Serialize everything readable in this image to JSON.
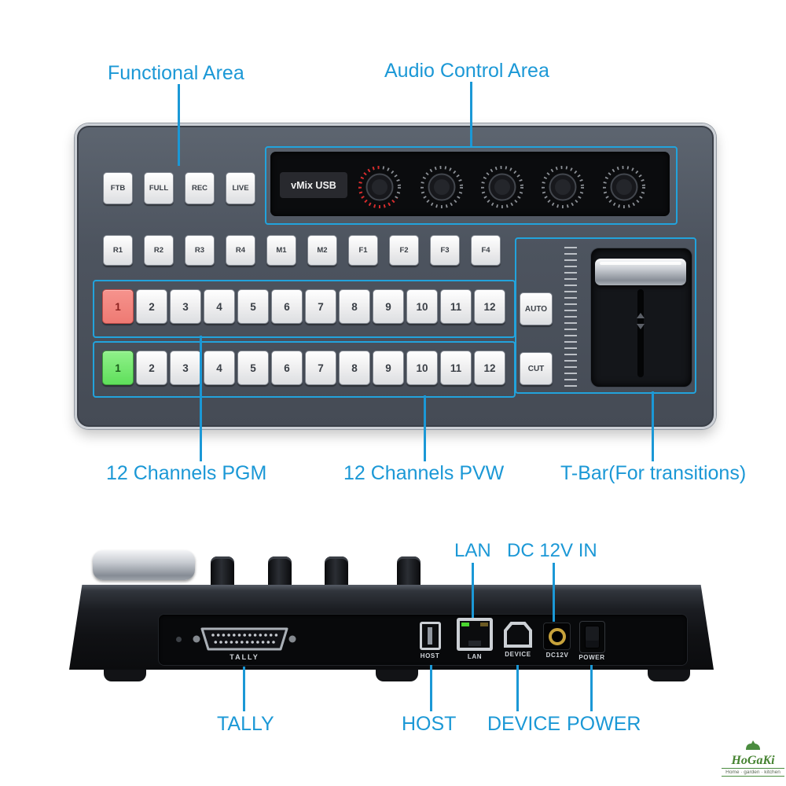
{
  "colors": {
    "accent": "#1b98d6",
    "pgm_active": "#ee7a73",
    "pvw_active": "#5fdf5b",
    "panel": "#4d545f"
  },
  "callouts": {
    "functional_area": "Functional Area",
    "audio_control_area": "Audio Control Area",
    "channels_pgm": "12 Channels PGM",
    "channels_pvw": "12 Channels PVW",
    "t_bar": "T-Bar(For transitions)",
    "lan": "LAN",
    "dc12v_in": "DC 12V IN",
    "tally": "TALLY",
    "host": "HOST",
    "device": "DEVICE",
    "power": "POWER"
  },
  "front_panel": {
    "function_buttons": [
      "FTB",
      "FULL",
      "REC",
      "LIVE"
    ],
    "audio_label": "vMix USB",
    "assign_buttons": [
      "R1",
      "R2",
      "R3",
      "R4",
      "M1",
      "M2",
      "F1",
      "F2",
      "F3",
      "F4"
    ],
    "pgm_buttons": [
      "1",
      "2",
      "3",
      "4",
      "5",
      "6",
      "7",
      "8",
      "9",
      "10",
      "11",
      "12"
    ],
    "pvw_buttons": [
      "1",
      "2",
      "3",
      "4",
      "5",
      "6",
      "7",
      "8",
      "9",
      "10",
      "11",
      "12"
    ],
    "auto_button": "AUTO",
    "cut_button": "CUT",
    "knob_count": "5"
  },
  "rear_panel": {
    "tally_port": "TALLY",
    "host_port": "HOST",
    "lan_port": "LAN",
    "device_port": "DEVICE",
    "dc_port": "DC12V",
    "power_port": "POWER"
  },
  "watermark": {
    "brand": "HoGaKi",
    "tagline": "Home · garden · kitchen"
  }
}
